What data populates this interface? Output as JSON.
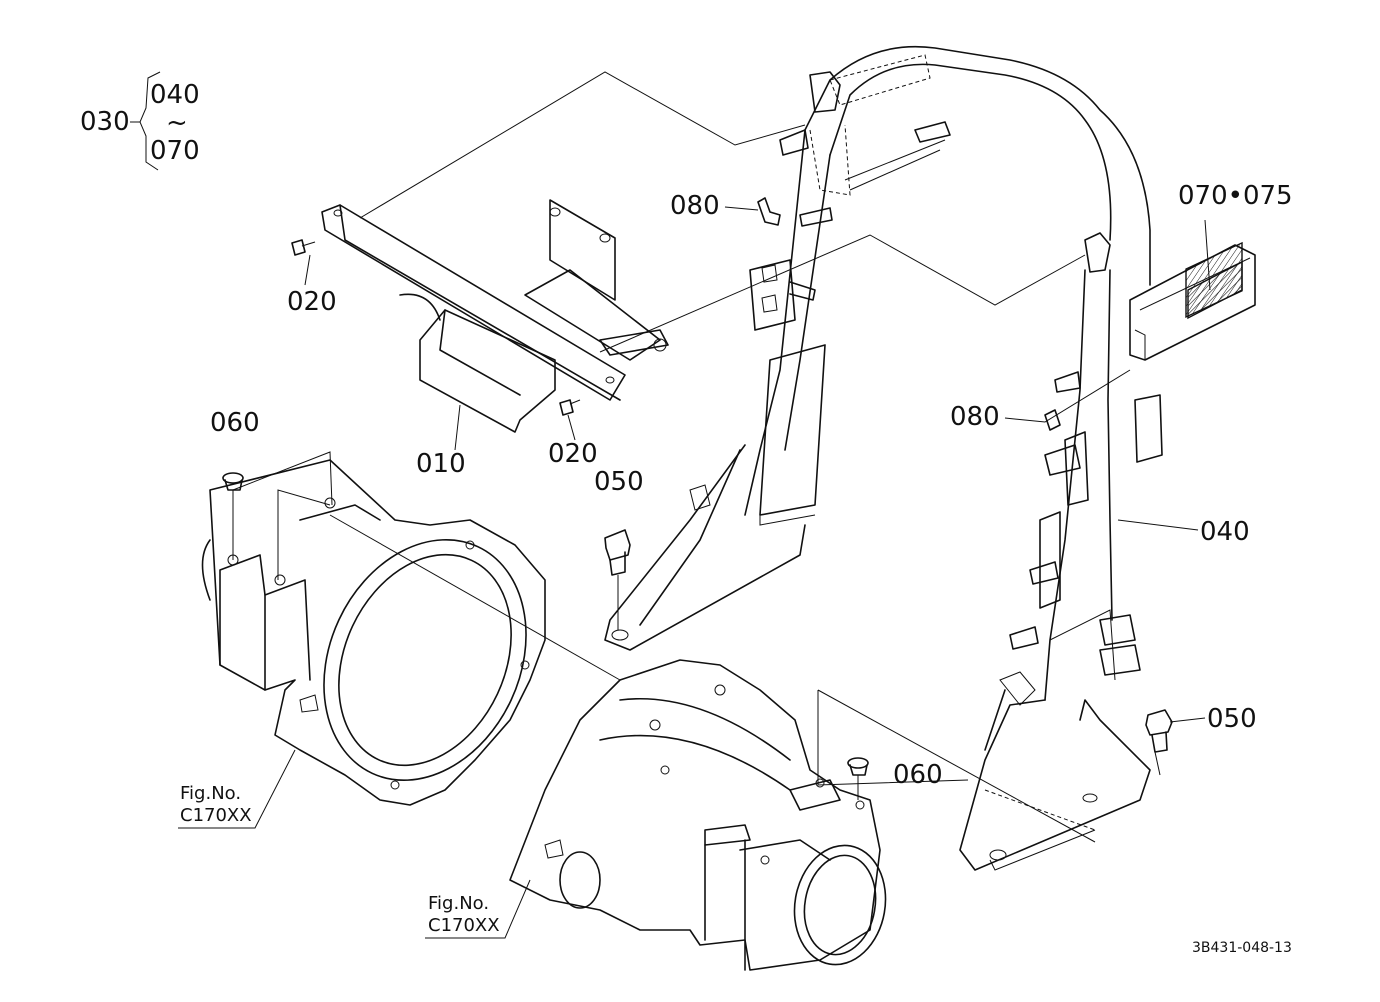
{
  "labels": {
    "p030": "030",
    "p040_top": "040",
    "tilde": "~",
    "p070_top": "070",
    "p080_upper": "080",
    "p070_075": "070•075",
    "p020_left": "020",
    "p020_right": "020",
    "p010": "010",
    "p080_lower": "080",
    "p050_left": "050",
    "p040": "040",
    "p060_left": "060",
    "p060_right": "060",
    "p050_right": "050"
  },
  "figrefs": {
    "left_line1": "Fig.No.",
    "left_line2": "C170XX",
    "bottom_line1": "Fig.No.",
    "bottom_line2": "C170XX"
  },
  "drawing_code": "3B431-048-13"
}
